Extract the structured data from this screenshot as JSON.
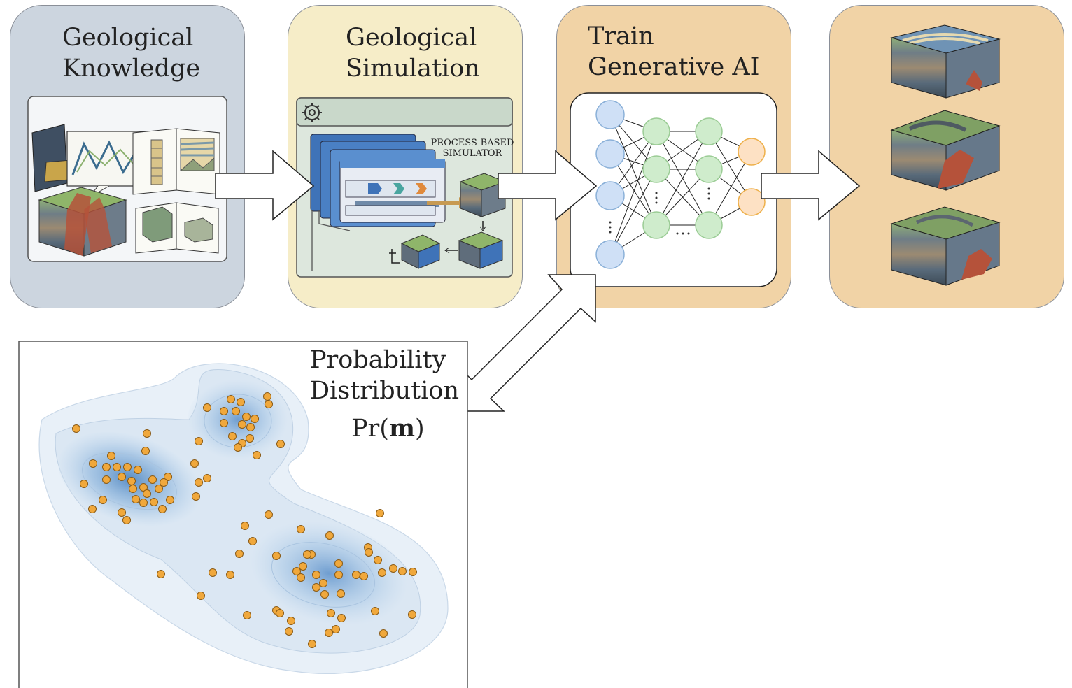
{
  "panels": {
    "knowledge": {
      "title_line1": "Geological",
      "title_line2": "Knowledge"
    },
    "simulation": {
      "title_line1": "Geological",
      "title_line2": "Simulation",
      "simulator_label_line1": "PROCESS-BASED",
      "simulator_label_line2": "SIMULATOR"
    },
    "train": {
      "title_line1": "Train",
      "title_line2": "Generative AI"
    },
    "outputs": {}
  },
  "distribution": {
    "title_line1": "Probability",
    "title_line2": "Distribution",
    "formula_prefix": "Pr(",
    "formula_var": "m",
    "formula_suffix": ")"
  },
  "colors": {
    "knowledge_bg": "#ccd5df",
    "simulation_bg": "#f6edc8",
    "ai_bg": "#f1d3a6",
    "sample_point": "#f0a83c",
    "density_blue": "#2e6fb5",
    "nn_input": "#cfe0f6",
    "nn_hidden": "#cfeccc",
    "nn_output": "#fde1c4"
  },
  "icons": [
    "gear-icon",
    "book-icon",
    "block-diagram-icon",
    "neural-network-icon"
  ]
}
